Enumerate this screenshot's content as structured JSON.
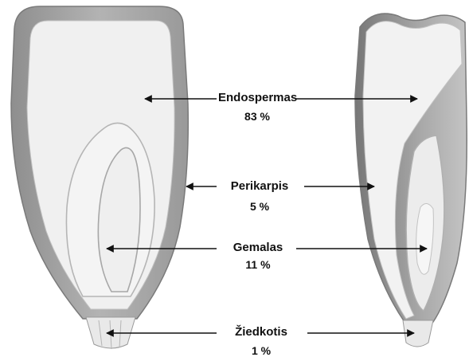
{
  "parts": [
    {
      "name": "Endospermas",
      "percent": "83 %"
    },
    {
      "name": "Perikarpis",
      "percent": "5 %"
    },
    {
      "name": "Gemalas",
      "percent": "11 %"
    },
    {
      "name": "Žiedkotis",
      "percent": "1 %"
    }
  ],
  "colors": {
    "outer_shell": "#a3a3a3",
    "endosperm": "#f0f0f0",
    "germ_outline": "#b9b9b9",
    "tip_cap": "#ececec",
    "arrow": "#111111",
    "text": "#111111"
  }
}
